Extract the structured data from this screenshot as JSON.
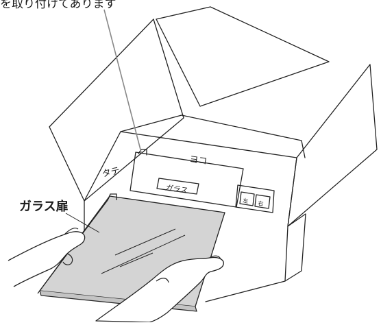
{
  "caption_top": "を取り付けてあります",
  "glass_door_label": "ガラス扉",
  "box_labels": {
    "yoko": "ヨコ",
    "tate": "タテ",
    "glass": "ガラス",
    "left": "左",
    "right": "右"
  },
  "colors": {
    "line": "#222222",
    "glass_fill": "#d4d4d4",
    "pointer": "#888888"
  }
}
